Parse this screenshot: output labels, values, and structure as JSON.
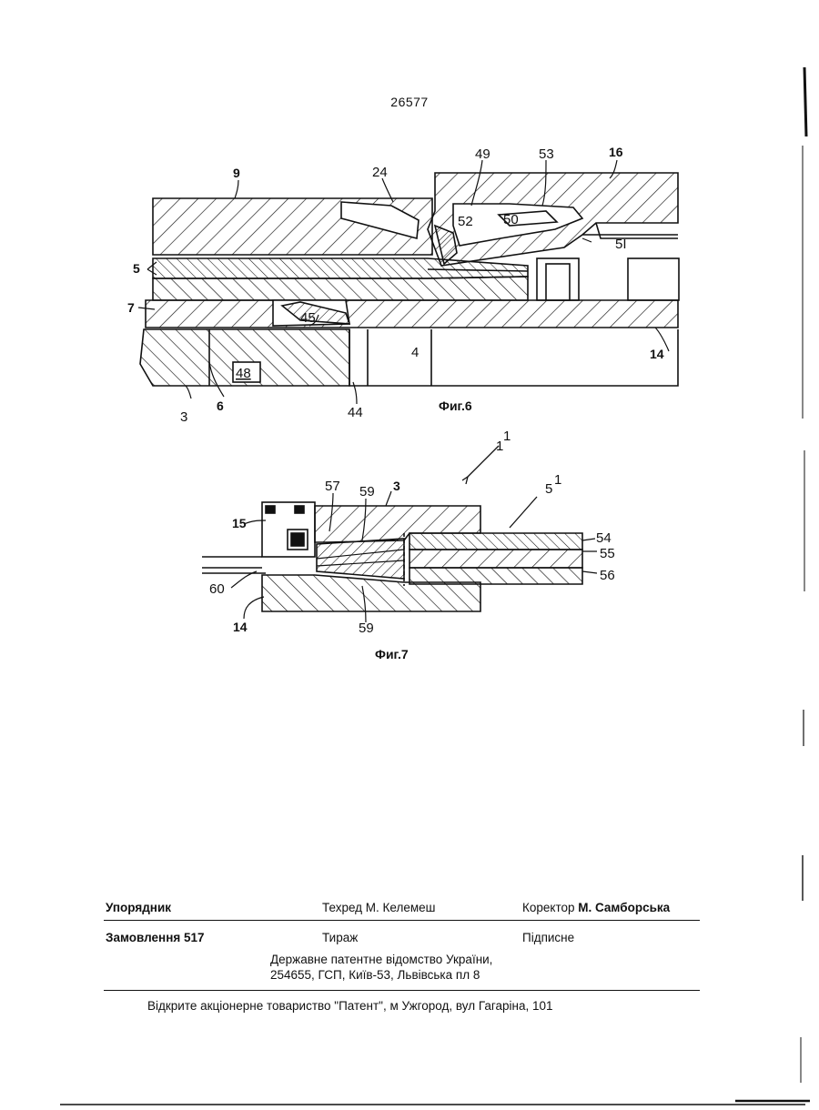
{
  "page_number": "26577",
  "figures": {
    "fig6": {
      "caption": "Фиг.6",
      "labels": [
        "9",
        "24",
        "49",
        "53",
        "16",
        "52",
        "50",
        "5I",
        "5",
        "7",
        "45",
        "14",
        "48",
        "3",
        "6",
        "44",
        "4"
      ]
    },
    "fig7": {
      "caption": "Фиг.7",
      "labels": [
        "1",
        "1",
        "57",
        "59",
        "3",
        "5",
        "1",
        "15",
        "54",
        "55",
        "56",
        "60",
        "14",
        "59"
      ]
    }
  },
  "colophon": {
    "compiler_label": "Упорядник",
    "tech_editor": "Техред М. Келемеш",
    "corrector_prefix": "Коректор",
    "corrector_name": "М. Самборська",
    "order": "Замовлення 517",
    "circulation": "Тираж",
    "subscription": "Підписне",
    "office_line1": "Державне патентне відомство України,",
    "office_line2": "254655, ГСП, Київ-53, Львівська пл   8",
    "printer": "Відкрите акціонерне товариство \"Патент\", м  Ужгород, вул  Гагаріна, 101"
  }
}
